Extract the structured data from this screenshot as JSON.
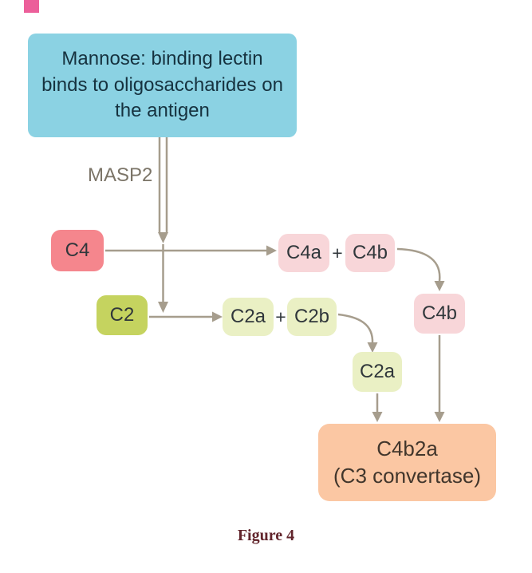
{
  "nodes": {
    "mbl": "Mannose: binding lectin binds to oligosaccharides on the antigen",
    "masp2": "MASP2",
    "c4": "C4",
    "c4a": "C4a",
    "plus_c4": "+",
    "c4b_top": "C4b",
    "c4b_side": "C4b",
    "c2": "C2",
    "c2a": "C2a",
    "plus_c2": "+",
    "c2b": "C2b",
    "c2a_side": "C2a",
    "convertase_title": "C4b2a",
    "convertase_sub": "(C3 convertase)"
  },
  "figure": {
    "caption": "Figure 4"
  },
  "colors": {
    "blue_box": "#8bd2e3",
    "c4_box": "#f5868d",
    "light_pink": "#f8d6d9",
    "c2_box": "#c5d35f",
    "light_green": "#eaf0c4",
    "orange_box": "#fbc7a3",
    "arrow": "#a69d8d",
    "marker_pink": "#ec5f9a",
    "caption_color": "#62252c"
  }
}
